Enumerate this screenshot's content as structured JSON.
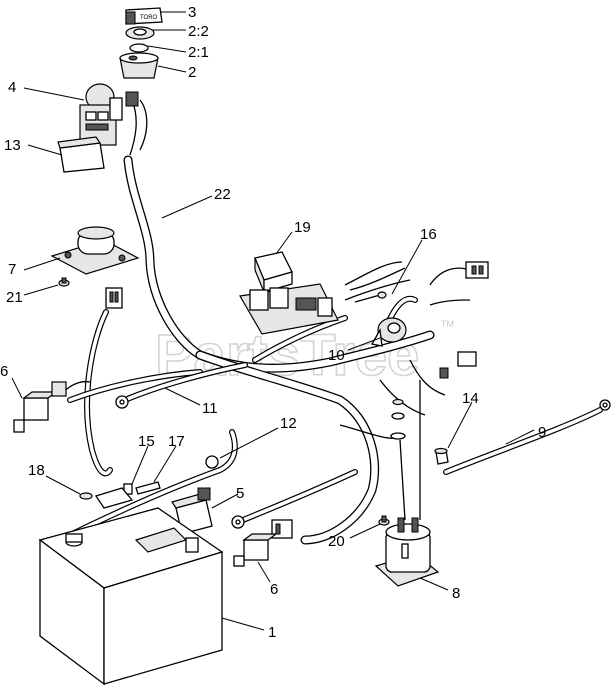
{
  "watermark": {
    "text": "PartsTree",
    "trademark": "TM"
  },
  "parts": {
    "p1": "1",
    "p2": "2",
    "p2_1": "2:1",
    "p2_2": "2:2",
    "p3": "3",
    "p4": "4",
    "p5": "5",
    "p6a": "6",
    "p6b": "6",
    "p7": "7",
    "p8": "8",
    "p9": "9",
    "p10": "10",
    "p11": "11",
    "p12": "12",
    "p13": "13",
    "p14": "14",
    "p15": "15",
    "p16": "16",
    "p17": "17",
    "p18": "18",
    "p19": "19",
    "p20": "20",
    "p21": "21",
    "p22": "22"
  },
  "key_text": "TORO"
}
